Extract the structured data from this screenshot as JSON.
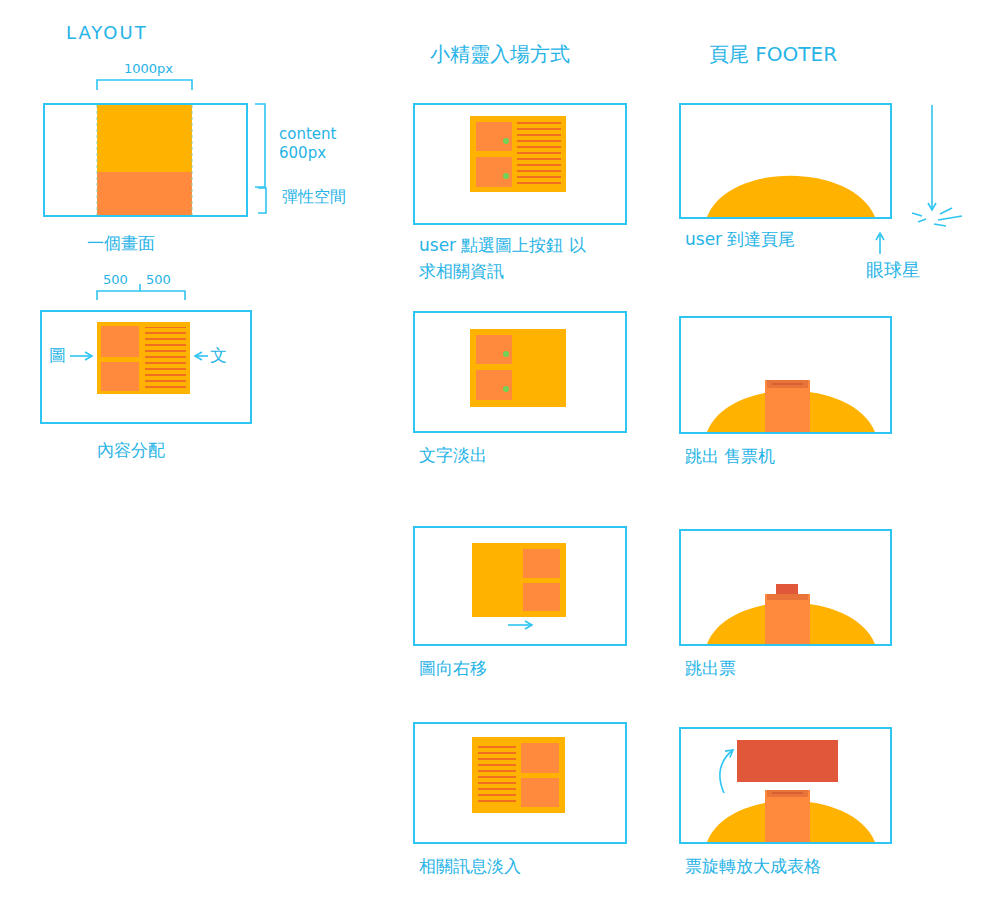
{
  "diagram": {
    "nodes": [
      {
        "text": [
          "一個畫面"
        ]
      },
      {
        "text": [
          "內容分配"
        ]
      },
      {
        "text": [
          "user 點選圖上按鈕 以求相關資訊"
        ]
      },
      {
        "text": [
          "文字淡出"
        ]
      },
      {
        "text": [
          "圖向右移"
        ]
      },
      {
        "text": [
          "相關訊息淡入"
        ]
      },
      {
        "text": [
          "user 到達頁尾"
        ]
      },
      {
        "text": [
          "跳出 售票机"
        ]
      },
      {
        "text": [
          "跳出票"
        ]
      },
      {
        "text": [
          "票旋轉放大成表格"
        ]
      }
    ],
    "labels": [
      "LAYOUT",
      "1000px",
      "content 600px",
      "彈性空間",
      "500",
      "500",
      "圖",
      "文",
      "小精靈入場方式",
      "頁尾 FOOTER",
      "眼球星"
    ]
  }
}
